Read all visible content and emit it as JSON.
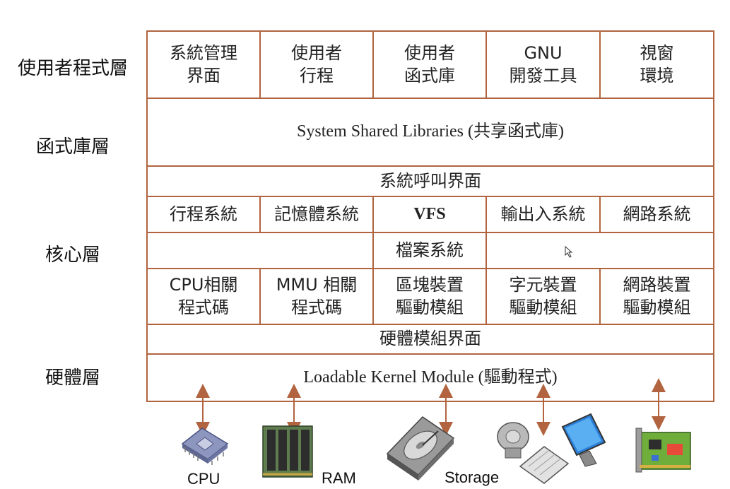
{
  "layers": {
    "user": "使用者程式層",
    "library": "函式庫層",
    "kernel": "核心層",
    "hardware": "硬體層"
  },
  "user_row": [
    "系統管理\n界面",
    "使用者\n行程",
    "使用者\n函式庫",
    "GNU\n開發工具",
    "視窗\n環境"
  ],
  "shared_libraries": "System Shared Libraries (共享函式庫)",
  "syscall_interface": "系統呼叫界面",
  "kernel_row": [
    "行程系統",
    "記憶體系統",
    "VFS",
    "輸出入系統",
    "網路系統"
  ],
  "file_system": "檔案系統",
  "driver_row": [
    "CPU相關\n程式碼",
    "MMU 相關\n程式碼",
    "區塊裝置\n驅動模組",
    "字元裝置\n驅動模組",
    "網路裝置\n驅動模組"
  ],
  "hardware_interface": "硬體模組界面",
  "loadable_module": "Loadable Kernel Module (驅動程式)",
  "devices": {
    "cpu": "CPU",
    "ram": "RAM",
    "storage": "Storage"
  },
  "colors": {
    "border": "#b1643f",
    "arrow": "#b1643f"
  }
}
